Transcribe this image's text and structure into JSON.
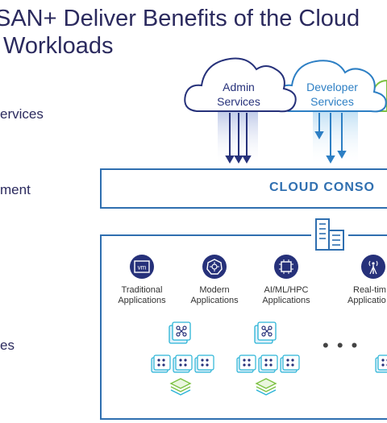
{
  "title": {
    "line1": "SAN+ Deliver Benefits of the Cloud",
    "line2": "Workloads"
  },
  "side_labels": [
    "ervices",
    "ment",
    "es"
  ],
  "clouds": [
    {
      "label_line1": "Admin",
      "label_line2": "Services",
      "color": "#26317a"
    },
    {
      "label_line1": "Developer",
      "label_line2": "Services",
      "color": "#2d7fc4"
    }
  ],
  "console": {
    "label": "CLOUD CONSO"
  },
  "apps": [
    {
      "line1": "Traditional",
      "line2": "Applications",
      "icon": "vm-icon",
      "icon_text": "vm"
    },
    {
      "line1": "Modern",
      "line2": "Applications",
      "icon": "kubernetes-icon"
    },
    {
      "line1": "AI/ML/HPC",
      "line2": "Applications",
      "icon": "chip-icon"
    },
    {
      "line1": "Real-tim",
      "line2": "Applicatio",
      "icon": "antenna-icon"
    }
  ],
  "ellipsis": "• • •",
  "colors": {
    "navy": "#26317a",
    "blue": "#2f6fb0",
    "cyan": "#29b3d6",
    "green": "#7cc142"
  }
}
